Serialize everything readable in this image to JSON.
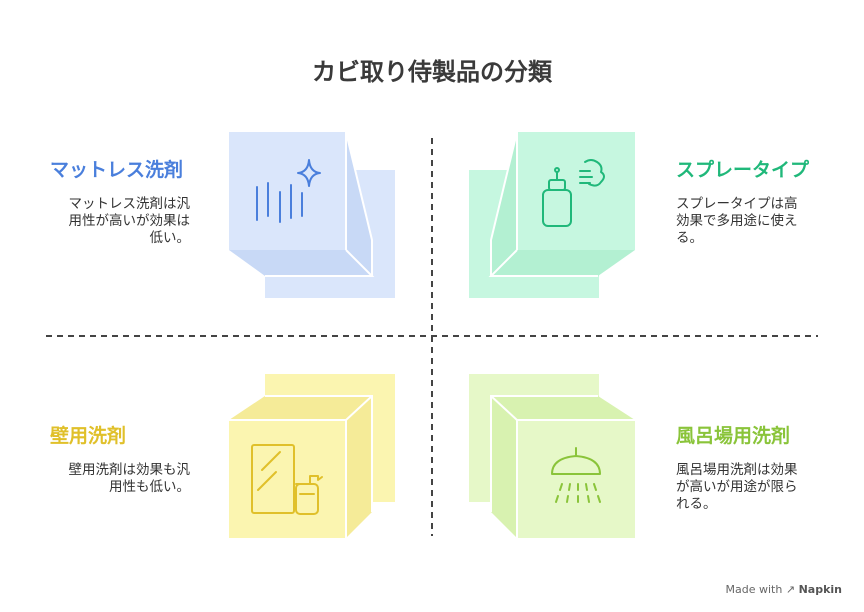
{
  "title": "カビ取り侍製品の分類",
  "quadrants": {
    "top_left": {
      "title": "マットレス洗剤",
      "desc_lines": [
        "マットレス洗剤は汎",
        "用性が高いが効果は",
        "低い。"
      ]
    },
    "top_right": {
      "title": "スプレータイプ",
      "desc_lines": [
        "スプレータイプは高",
        "効果で多用途に使え",
        "る。"
      ]
    },
    "bottom_left": {
      "title": "壁用洗剤",
      "desc_lines": [
        "壁用洗剤は効果も汎",
        "用性も低い。"
      ]
    },
    "bottom_right": {
      "title": "風呂場用洗剤",
      "desc_lines": [
        "風呂場用洗剤は効果",
        "が高いが用途が限ら",
        "れる。"
      ]
    }
  },
  "footer": {
    "made_with": "Made with",
    "brand": "Napkin"
  },
  "colors": {
    "blue": "#4a7fdc",
    "blue_fill": "#dae6fb",
    "green": "#20b87a",
    "green_fill": "#c6f7e0",
    "yellow": "#e0c02a",
    "yellow_fill": "#fbf5b0",
    "lime": "#8ac43a",
    "lime_fill": "#e6f8c8"
  },
  "icons": [
    "sparkle-lines-icon",
    "spray-bottle-icon",
    "wall-spray-icon",
    "shower-head-icon"
  ]
}
